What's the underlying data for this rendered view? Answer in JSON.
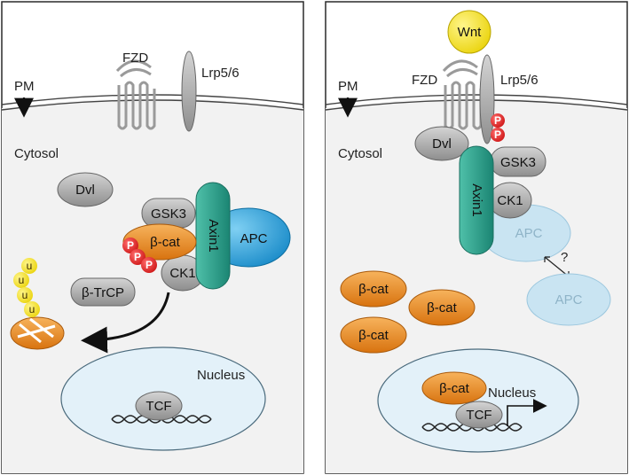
{
  "left": {
    "pm": "PM",
    "fzd": "FZD",
    "lrp": "Lrp5/6",
    "cytosol": "Cytosol",
    "dvl": "Dvl",
    "gsk3": "GSK3",
    "axin1": "Axin1",
    "apc": "APC",
    "bcat": "β-cat",
    "ck1": "CK1",
    "btrcp": "β-TrCP",
    "nucleus": "Nucleus",
    "tcf": "TCF",
    "phospho": [
      "P",
      "P",
      "P"
    ],
    "ubiquitin": [
      "u",
      "u",
      "u",
      "u"
    ]
  },
  "right": {
    "wnt": "Wnt",
    "pm": "PM",
    "fzd": "FZD",
    "lrp": "Lrp5/6",
    "cytosol": "Cytosol",
    "dvl": "Dvl",
    "gsk3": "GSK3",
    "axin1": "Axin1",
    "ck1": "CK1",
    "apc_bound": "APC",
    "apc_free": "APC",
    "question": "?",
    "bcat_free": [
      "β-cat",
      "β-cat",
      "β-cat"
    ],
    "nucleus": "Nucleus",
    "bcat_nuclear": "β-cat",
    "tcf": "TCF",
    "phospho": [
      "P",
      "P"
    ]
  },
  "colors": {
    "frame": "#2a2a2a",
    "cytoplasm": "#f2f2f2",
    "membrane": "#444444",
    "gray_protein": "#a6a6a6",
    "axin": "#2ea08c",
    "apc": "#1a9ad6",
    "apc_faded": "#c9e4f2",
    "bcat": "#ec8a1e",
    "phospho": "#d81e1e",
    "ubiquitin": "#f5e400",
    "wnt": "#fff200",
    "nucleus": "#e3f1f9"
  }
}
